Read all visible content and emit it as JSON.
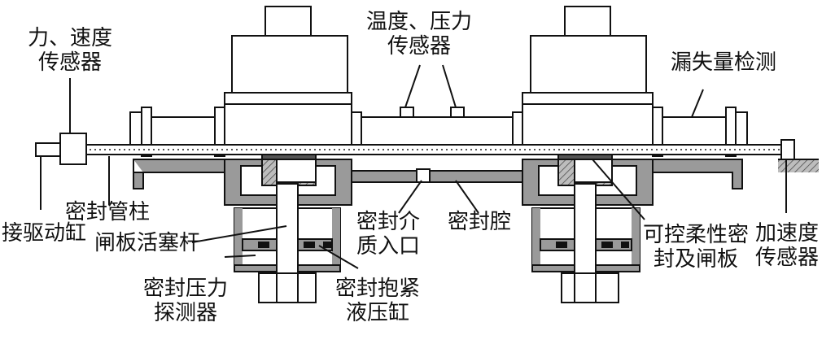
{
  "labels": {
    "force_speed_sensor": [
      "力、速度",
      "传感器"
    ],
    "drive_cylinder": "接驱动缸",
    "seal_tube_column": "密封管柱",
    "gate_piston_rod": "闸板活塞杆",
    "seal_pressure_probe": [
      "密封压力",
      "探测器"
    ],
    "temp_pressure_sensor": [
      "温度、压力",
      "传感器"
    ],
    "seal_medium_inlet": [
      "密封介",
      "质入口"
    ],
    "seal_chamber": "密封腔",
    "seal_clamp_cylinder": [
      "密封抱紧",
      "液压缸"
    ],
    "leakage_detection": "漏失量检测",
    "controllable_seal_gate": [
      "可控柔性密",
      "封及闸板"
    ],
    "accel_sensor": [
      "加速度",
      "传感器"
    ]
  },
  "colors": {
    "line": "#111111",
    "gray_fill": "#9a9a9a",
    "dark_fill": "#555555",
    "light_fill": "#ffffff"
  }
}
